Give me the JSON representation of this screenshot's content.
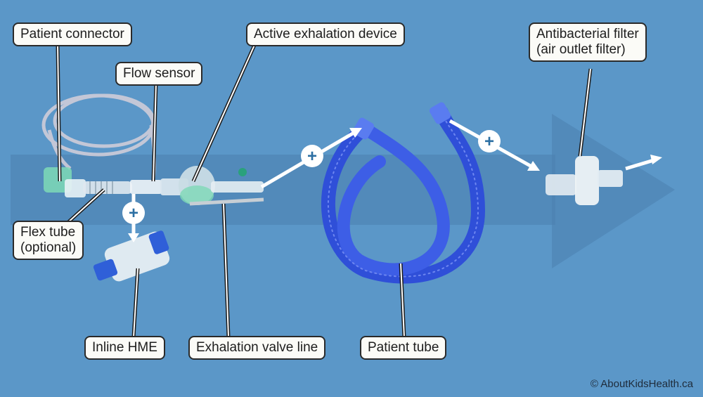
{
  "labels": {
    "patient_connector": "Patient connector",
    "flow_sensor": "Flow sensor",
    "active_exhalation_device": "Active exhalation device",
    "antibacterial_filter_line1": "Antibacterial filter",
    "antibacterial_filter_line2": "(air outlet filter)",
    "flex_tube_line1": "Flex tube",
    "flex_tube_line2": "(optional)",
    "inline_hme": "Inline HME",
    "exhalation_valve_line": "Exhalation valve line",
    "patient_tube": "Patient tube"
  },
  "plus_symbol": "+",
  "credit": "© AboutKidsHealth.ca",
  "colors": {
    "background": "#5b97c8",
    "band": "#4a7fae",
    "tube_blue": "#2f4fd8",
    "label_bg": "#fbfbf7",
    "plus_text": "#2c6fa3"
  }
}
